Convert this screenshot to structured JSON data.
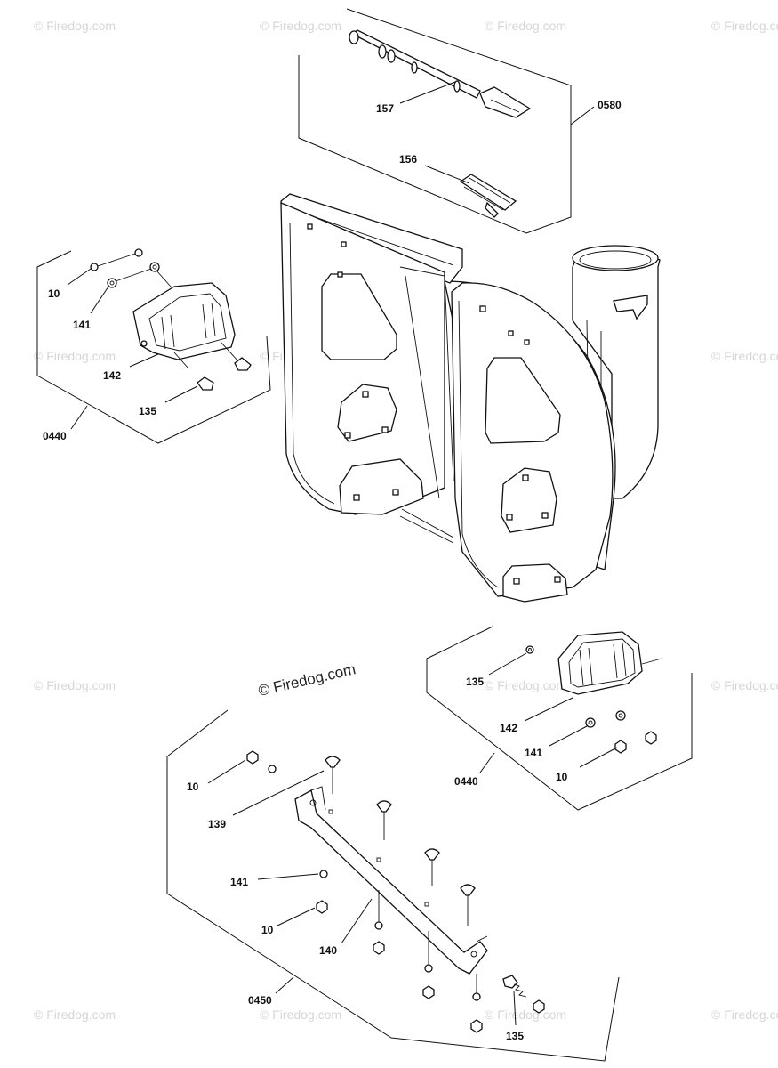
{
  "watermarks": {
    "main": "© Firedog.com",
    "tile": "© Firedog.com"
  },
  "callouts": {
    "c157": "157",
    "c0580": "0580",
    "c156": "156",
    "c10_a": "10",
    "c141_a": "141",
    "c142_a": "142",
    "c135_a": "135",
    "c0440_a": "0440",
    "c135_b": "135",
    "c142_b": "142",
    "c141_b": "141",
    "c10_b": "10",
    "c0440_b": "0440",
    "c10_c": "10",
    "c139": "139",
    "c141_c": "141",
    "c10_d": "10",
    "c140": "140",
    "c0450": "0450",
    "c135_c": "135"
  }
}
